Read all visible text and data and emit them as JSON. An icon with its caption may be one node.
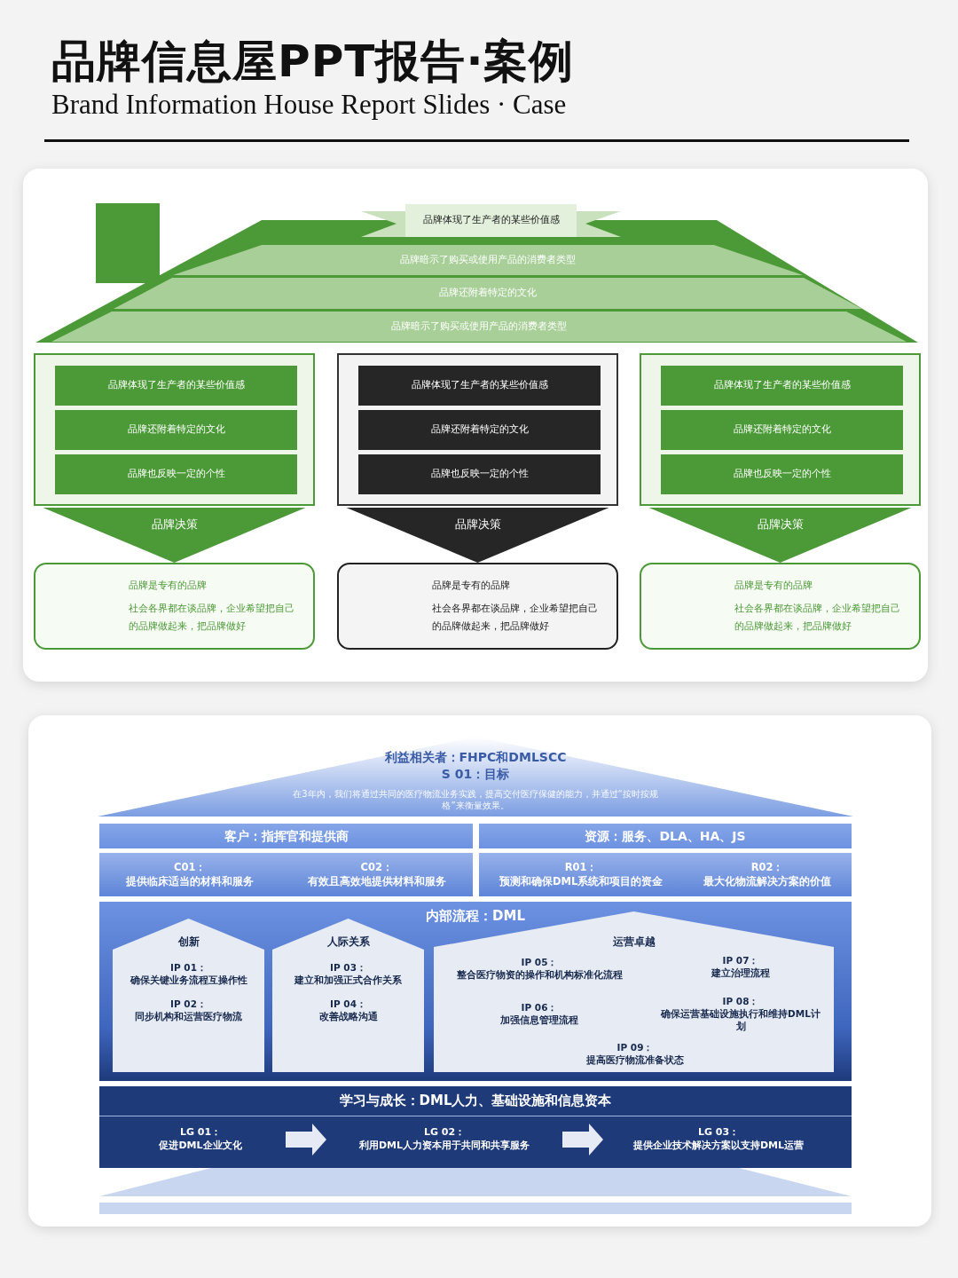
{
  "diagram": {
    "title": "品牌信息屋PPT报告·案例",
    "nodes": [
      {
        "text": [
          "品牌体现了生产者的某些价值感"
        ]
      },
      {
        "text": [
          "品牌暗示了购买或使用产品的消费者类型"
        ]
      },
      {
        "text": [
          "品牌还附着特定的文化"
        ]
      },
      {
        "text": [
          "品牌暗示了购买或使用产品的消费者类型"
        ]
      },
      {
        "text": [],
        "shape": "box"
      },
      {
        "text": [
          "品牌体现了生产者的某些价值感"
        ],
        "in": 4
      },
      {
        "text": [
          "品牌还附着特定的文化"
        ],
        "in": 4
      },
      {
        "text": [
          "品牌也反映一定的个性"
        ],
        "in": 4
      },
      {
        "text": [
          "品牌是专有的品牌",
          "社会各界都在谈品牌，企业希望把自己的品牌做起来，把品牌做好"
        ]
      },
      {
        "text": [],
        "shape": "box"
      },
      {
        "text": [
          "品牌体现了生产者的某些价值感"
        ],
        "in": 9
      },
      {
        "text": [
          "品牌还附着特定的文化"
        ],
        "in": 9
      },
      {
        "text": [
          "品牌也反映一定的个性"
        ],
        "in": 9
      },
      {
        "text": [
          "品牌是专有的品牌",
          "社会各界都在谈品牌，企业希望把自己的品牌做起来，把品牌做好"
        ]
      },
      {
        "text": [],
        "shape": "box"
      },
      {
        "text": [
          "品牌体现了生产者的某些价值感"
        ],
        "in": 14
      },
      {
        "text": [
          "品牌还附着特定的文化"
        ],
        "in": 14
      },
      {
        "text": [
          "品牌也反映一定的个性"
        ],
        "in": 14
      },
      {
        "text": [
          "品牌是专有的品牌",
          "社会各界都在谈品牌，企业希望把自己的品牌做起来，把品牌做好"
        ]
      },
      {
        "text": [
          "利益相关者：FHPC和DMLSCC",
          "S 01：目标",
          "在3年内，我们将通过共同的医疗物流业务实践，提高交付医疗保健的能力，并通过“按时按规格”来衡量效果。"
        ]
      },
      {
        "text": [
          "客户：指挥官和提供商"
        ]
      },
      {
        "text": [
          "C01：",
          "提供临床适当的材料和服务",
          "C02：",
          "有效且高效地提供材料和服务"
        ]
      },
      {
        "text": [
          "资源：服务、DLA、HA、JS"
        ]
      },
      {
        "text": [
          "R01：",
          "预测和确保DML系统和项目的资金",
          "R02：",
          "最大化物流解决方案的价值"
        ]
      },
      {
        "text": [
          "内部流程：DML"
        ]
      },
      {
        "text": [
          "创新",
          "IP 01：",
          "确保关键业务流程互操作性",
          "IP 02：",
          "同步机构和运营医疗物流"
        ],
        "in": 24
      },
      {
        "text": [
          "人际关系",
          "IP 03：",
          "建立和加强正式合作关系",
          "IP 04：",
          "改善战略沟通"
        ],
        "in": 24
      },
      {
        "text": [
          "运营卓越",
          "IP 05：",
          "整合医疗物资的操作和机构标准化流程",
          "IP 06：",
          "加强信息管理流程",
          "IP 07：",
          "建立治理流程",
          "IP 08：",
          "确保运营基础设施执行和维持DML计划",
          "IP 09：",
          "提高医疗物流准备状态"
        ],
        "in": 24
      },
      {
        "text": [
          "学习与成长：DML人力、基础设施和信息资本"
        ]
      },
      {
        "text": [
          "LG 01：",
          "促进DML企业文化"
        ],
        "in": 28
      },
      {
        "text": [
          "LG 02：",
          "利用DML人力资本用于共同和共享服务"
        ],
        "in": 28
      },
      {
        "text": [
          "LG 03：",
          "提供企业技术解决方案以支持DML运营"
        ],
        "in": 28
      }
    ],
    "edges": [
      {
        "from": 4,
        "to": 8,
        "arrow": "to",
        "label": "品牌决策",
        "style": "thick"
      },
      {
        "from": 9,
        "to": 13,
        "arrow": "to",
        "label": "品牌决策",
        "style": "thick",
        "color": "#262626"
      },
      {
        "from": 14,
        "to": 18,
        "arrow": "to",
        "label": "品牌决策",
        "style": "thick"
      },
      {
        "from": 29,
        "to": 30,
        "arrow": "to",
        "style": "thick",
        "color": "#e6eaf4"
      },
      {
        "from": 30,
        "to": 31,
        "arrow": "to",
        "style": "thick",
        "color": "#e6eaf4"
      }
    ],
    "labels": [
      "Brand Information House Report Slides · Case"
    ]
  }
}
